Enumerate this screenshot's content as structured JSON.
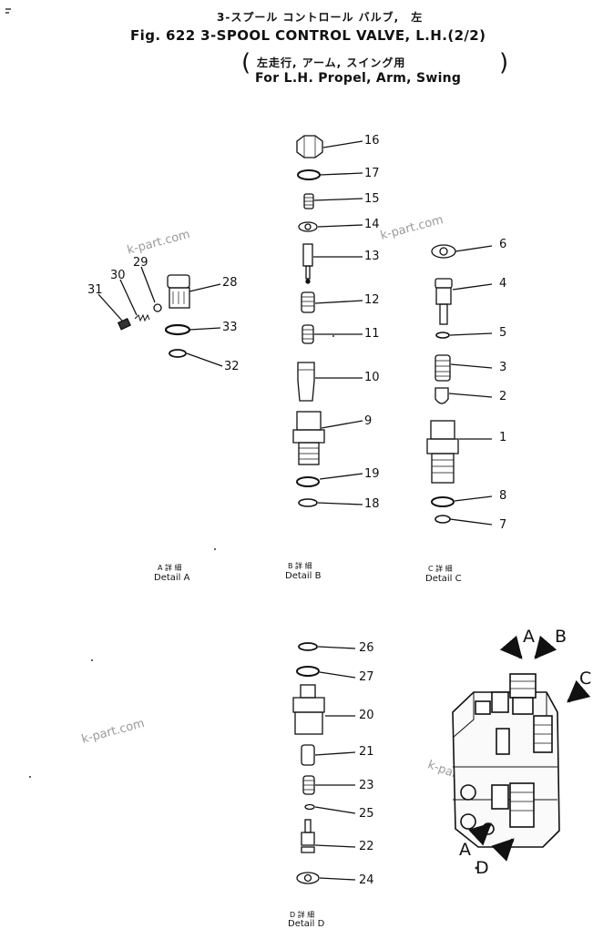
{
  "title": {
    "jp_line": "3-スプール コントロール バルブ,　左",
    "en_line": "Fig. 622 3-SPOOL CONTROL VALVE, L.H.(2/2)",
    "sub_jp": "左走行, アーム, スイング用",
    "sub_en": "For L.H. Propel, Arm, Swing"
  },
  "details": [
    {
      "jp": "A 詳 細",
      "en": "Detail A"
    },
    {
      "jp": "B 詳 細",
      "en": "Detail B"
    },
    {
      "jp": "C 詳 細",
      "en": "Detail C"
    },
    {
      "jp": "D 詳 細",
      "en": "Detail D"
    }
  ],
  "callouts": {
    "detail_a": [
      "28",
      "33",
      "32",
      "29",
      "30",
      "31"
    ],
    "detail_b": [
      "16",
      "17",
      "15",
      "14",
      "13",
      "12",
      "11",
      "10",
      "9",
      "19",
      "18"
    ],
    "detail_c": [
      "6",
      "4",
      "5",
      "3",
      "2",
      "1",
      "8",
      "7"
    ],
    "detail_d": [
      "26",
      "27",
      "20",
      "21",
      "23",
      "25",
      "22",
      "24"
    ]
  },
  "view_arrows": [
    "A",
    "B",
    "C",
    "A",
    "D"
  ],
  "watermark": "k-part.com"
}
